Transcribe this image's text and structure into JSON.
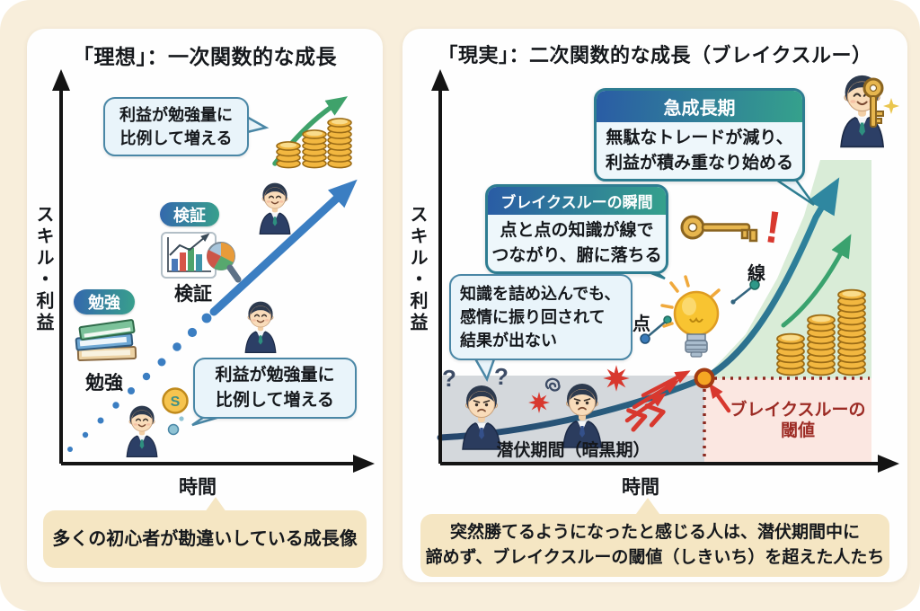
{
  "canvas": {
    "bg": "#f8eedb"
  },
  "left": {
    "title": "「理想」：一次関数的な成長",
    "y_axis_label": "スキル・利益",
    "x_axis_label": "時間",
    "bubble_top": "利益が勉強量に\n比例して増える",
    "badge_verify": "検証",
    "icon_label_verify": "検証",
    "badge_study": "勉強",
    "icon_label_study": "勉強",
    "coin_symbol": "S",
    "bubble_bottom": "利益が勉強量に\n比例して増える",
    "caption": "多くの初心者が勘違いしている成長像"
  },
  "right": {
    "title": "「現実」：二次関数的な成長（ブレイクスルー）",
    "y_axis_label": "スキル・利益",
    "x_axis_label": "時間",
    "callout_growth": {
      "header": "急成長期",
      "body": "無駄なトレードが減り、\n利益が積み重なり始める"
    },
    "callout_breakthrough": {
      "header": "ブレイクスルーの瞬間",
      "body": "点と点の知識が線で\nつながり、腑に落ちる"
    },
    "bubble_knowledge": "知識を詰め込んでも、\n感情に振り回されて\n結果が出ない",
    "label_dot": "点",
    "label_line": "線",
    "exclamation": "!",
    "question_marks": [
      "?",
      "?"
    ],
    "label_latent": "潜伏期間（暗黒期）",
    "label_threshold": "ブレイクスルーの\n閾値",
    "caption": "突然勝てるようになったと感じる人は、潜伏期間中に\n諦めず、ブレイクスルーの閾値（しきいち）を超えた人たち"
  },
  "colors": {
    "background_cream": "#f8eedb",
    "caption_tan": "#f5e6c3",
    "accent_blue": "#3b7ec2",
    "accent_teal": "#35a18c",
    "curve_navy": "#26456b",
    "curve_teal": "#2f87a0",
    "green_arrow": "#3fa26b",
    "warn_red": "#d8382e",
    "threshold_red": "#9c2b24",
    "gold_coin": "#f2b740",
    "gray_region": "#d2d6da",
    "pink_region": "#fbe7e1",
    "green_region": "#d9ecd7",
    "bubble_blue": "#e9f4fa"
  }
}
